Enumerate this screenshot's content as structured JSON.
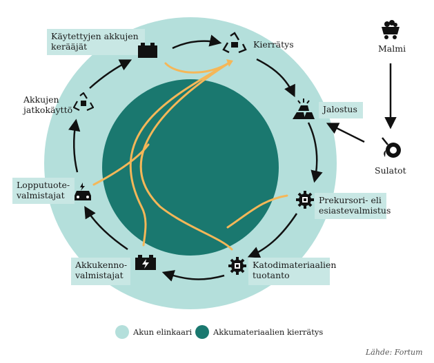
{
  "nodes": {
    "collectors": "Käytettyjen akkujen\nkerääjät",
    "recycling": "Kierrätys",
    "refining": "Jalostus",
    "precursor": "Prekursori- eli\nesiastevalmistus",
    "cathode": "Katodimateriaalien\ntuotanto",
    "cell_makers": "Akkukenno-\nvalmistajat",
    "end_product": "Lopputuote-\nvalmistajat",
    "second_life": "Akkujen\njatkokäyttö",
    "ore": "Malmi",
    "smelters": "Sulatot"
  },
  "legend": {
    "battery_lifecycle": "Akun elinkaari",
    "material_recycling": "Akkumateriaalien kierrätys"
  },
  "source": "Lähde: Fortum",
  "colors": {
    "outer_ring": "#b4dfdb",
    "inner_circle": "#1a786f",
    "label_bg": "#c8e7e4",
    "recycle_line": "#f5b758",
    "arrow": "#111111"
  },
  "icons": [
    "battery-icon",
    "recycle-icon",
    "gold-bars-icon",
    "gear-icon",
    "car-charging-icon",
    "recycle-battery-icon",
    "mine-cart-icon",
    "smelter-bucket-icon"
  ]
}
